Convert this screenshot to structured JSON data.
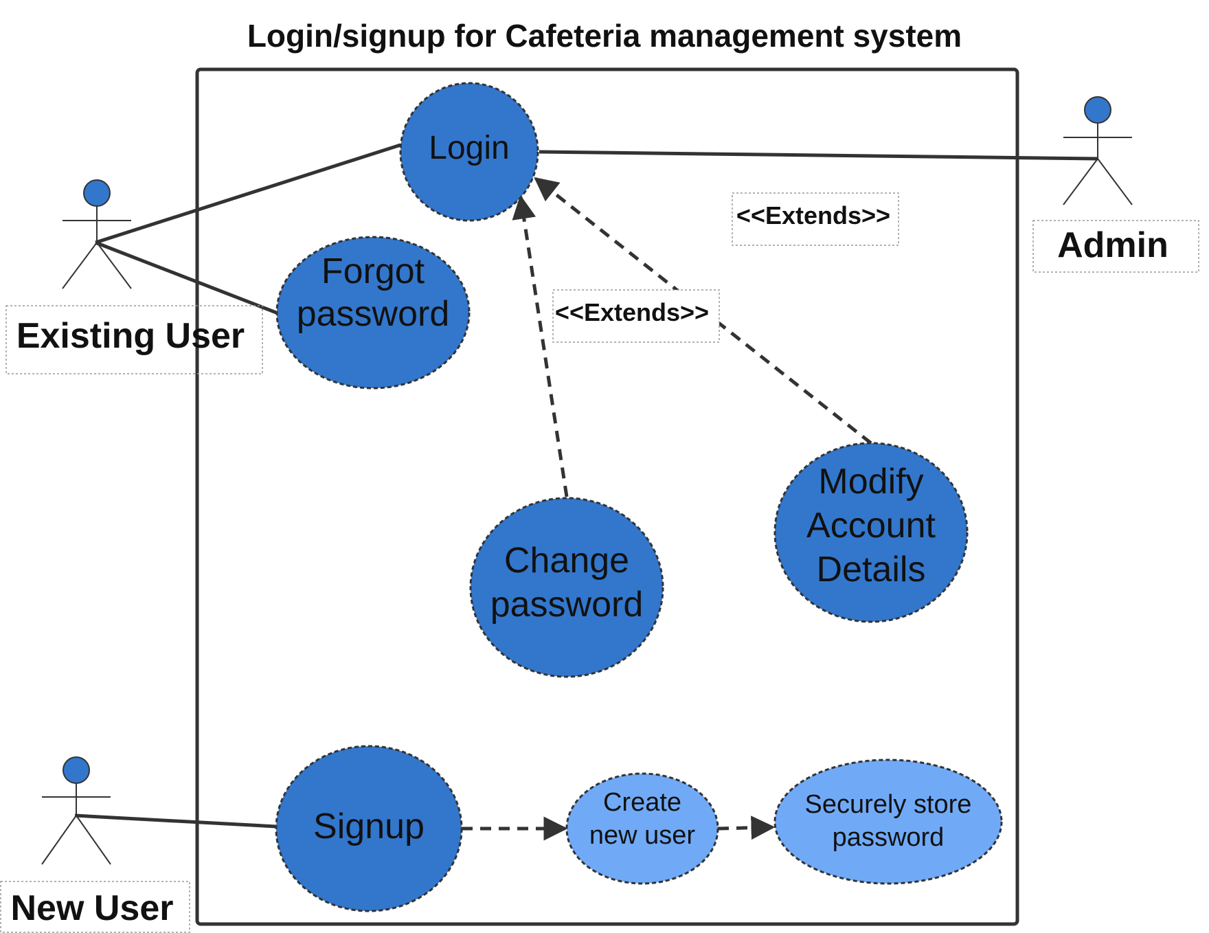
{
  "diagram": {
    "title": "Login/signup for Cafeteria management system",
    "colors": {
      "usecase_dark": "#3377cc",
      "usecase_light": "#70aaf7",
      "line": "#333333",
      "actor_head": "#3377cc"
    },
    "actors": {
      "existing_user": "Existing User",
      "admin": "Admin",
      "new_user": "New User"
    },
    "usecases": {
      "login": [
        "Login"
      ],
      "forgot_password": [
        "Forgot",
        "password"
      ],
      "change_password": [
        "Change",
        "password"
      ],
      "modify_account": [
        "Modify",
        "Account",
        "Details"
      ],
      "signup": [
        "Signup"
      ],
      "create_user": [
        "Create",
        "new user"
      ],
      "store_password": [
        "Securely store",
        "password"
      ]
    },
    "stereotypes": {
      "extends_1": "<<Extends>>",
      "extends_2": "<<Extends>>"
    }
  }
}
